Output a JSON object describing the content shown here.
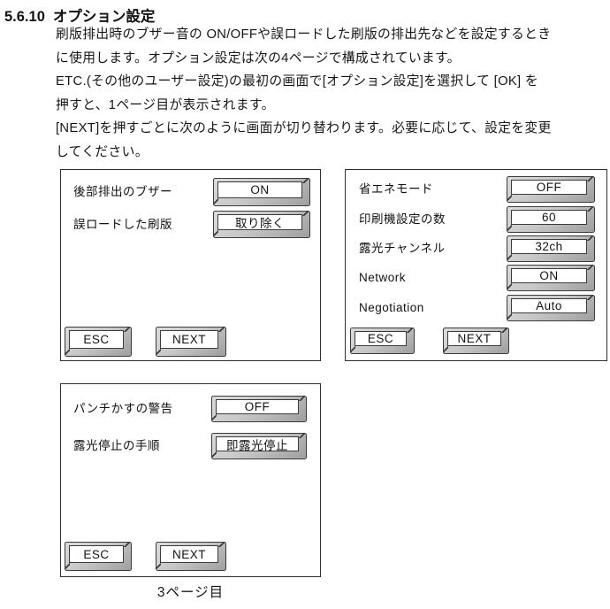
{
  "heading": {
    "number": "5.6.10",
    "title": "オプション設定"
  },
  "body_lines": [
    "刷版排出時のブザー音の ON/OFFや誤ロードした刷版の排出先などを設定するとき",
    "に使用します。オプション設定は次の4ページで構成されています。",
    "ETC.(その他のユーザー設定)の最初の画面で[オプション設定]を選択して [OK] を",
    "押すと、1ページ目が表示されます。",
    "[NEXT]を押すごとに次のように画面が切り替わります。必要に応じて、設定を変更",
    "してください。"
  ],
  "panels": [
    {
      "id": "page1",
      "rows": [
        {
          "label": "後部排出のブザー",
          "value": "ON"
        },
        {
          "label": "誤ロードした刷版",
          "value": "取り除く"
        }
      ],
      "esc_label": "ESC",
      "next_label": "NEXT"
    },
    {
      "id": "page2",
      "rows": [
        {
          "label": "省エネモード",
          "value": "OFF"
        },
        {
          "label": "印刷機設定の数",
          "value": "60"
        },
        {
          "label": "露光チャンネル",
          "value": "32ch"
        },
        {
          "label": "Network",
          "value": "ON"
        },
        {
          "label": "Negotiation",
          "value": "Auto"
        }
      ],
      "esc_label": "ESC",
      "next_label": "NEXT"
    },
    {
      "id": "page3",
      "rows": [
        {
          "label": "パンチかすの警告",
          "value": "OFF"
        },
        {
          "label": "露光停止の手順",
          "value": "即露光停止"
        }
      ],
      "esc_label": "ESC",
      "next_label": "NEXT",
      "caption": "3ページ目"
    }
  ],
  "colors": {
    "text": "#1a1a1a",
    "panel_border": "#2f2f2f",
    "key_gray": "#c8c8c8",
    "key_shadow": "#9e9e9e",
    "key_face": "#ffffff"
  }
}
